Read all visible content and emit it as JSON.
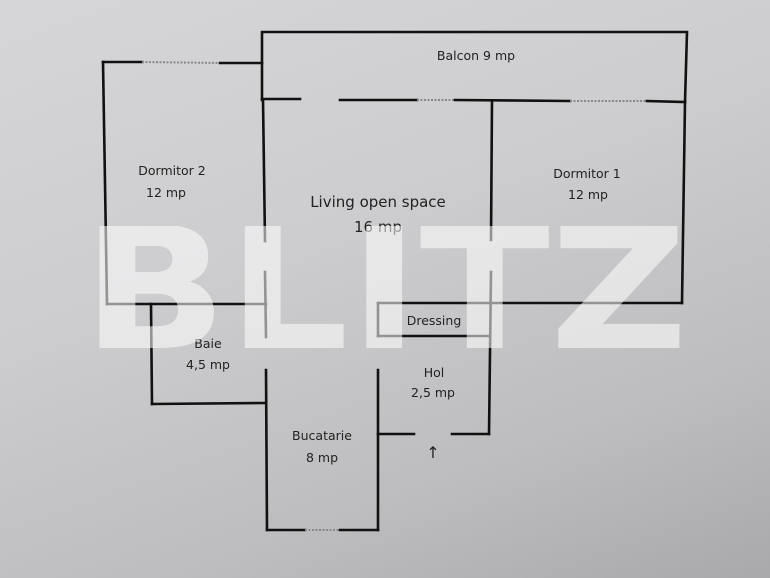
{
  "plan": {
    "rooms": [
      {
        "name": "Balcon 9 mp",
        "area": ""
      },
      {
        "name": "Dormitor 2",
        "area": "12 mp"
      },
      {
        "name": "Living open space",
        "area": "16 mp"
      },
      {
        "name": "Dormitor 1",
        "area": "12 mp"
      },
      {
        "name": "Dressing",
        "area": ""
      },
      {
        "name": "Baie",
        "area": "4,5 mp"
      },
      {
        "name": "Hol",
        "area": "2,5 mp"
      },
      {
        "name": "Bucatarie",
        "area": "8 mp"
      }
    ],
    "entrance_arrow": "↑",
    "watermark": "BLITZ"
  },
  "colors": {
    "wall": "#111111",
    "window": "#888888",
    "background": "#cdcdcf",
    "watermark": "#ffffff"
  }
}
